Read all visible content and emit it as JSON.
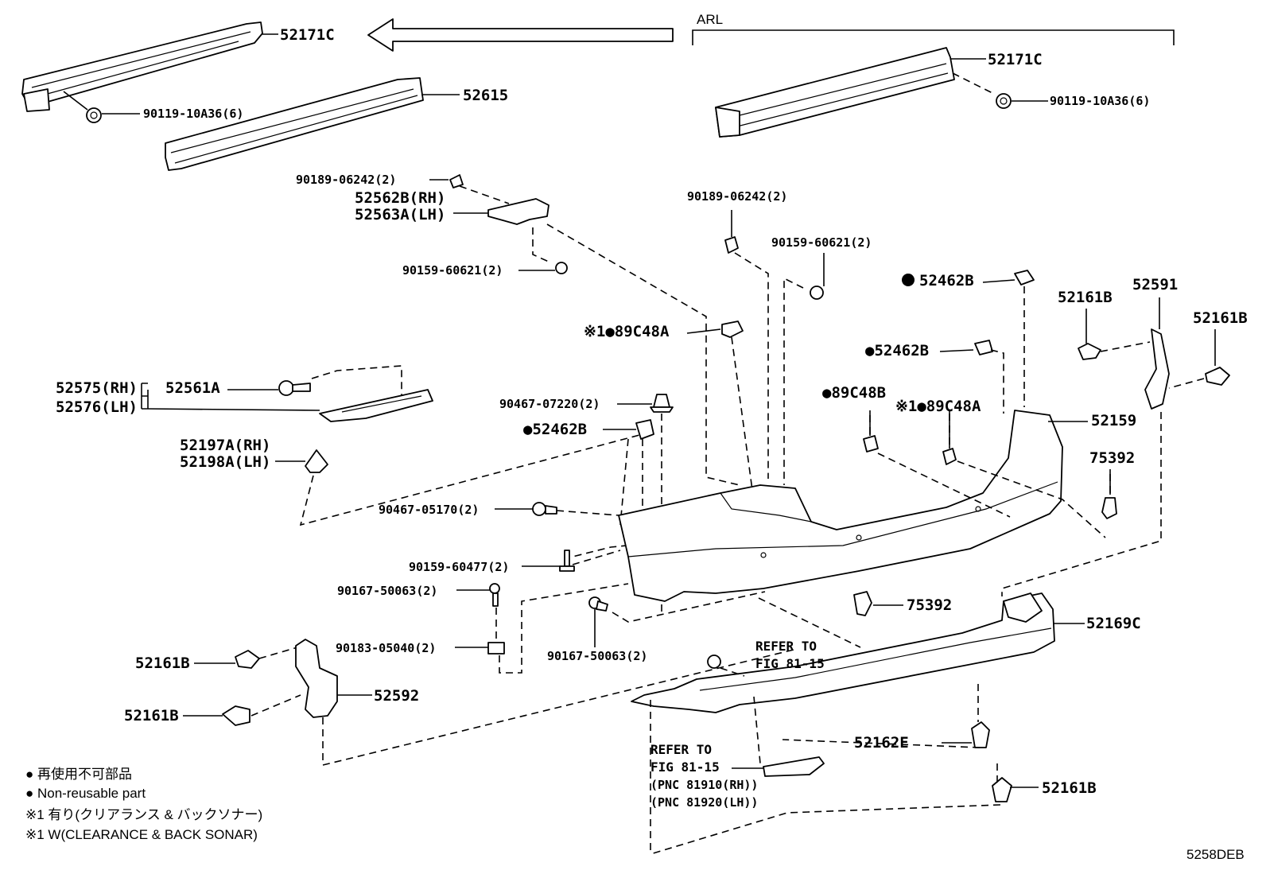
{
  "arl_label": "ARL",
  "labels": {
    "p52171c_a": "52171C",
    "p90119_a": "90119-10A36(6)",
    "p52615": "52615",
    "p52171c_b": "52171C",
    "p90119_b": "90119-10A36(6)",
    "p90189_a": "90189-06242(2)",
    "p52562b": "52562B(RH)",
    "p52563a": "52563A(LH)",
    "p90159_a": "90159-60621(2)",
    "p90189_b": "90189-06242(2)",
    "p90159_b": "90159-60621(2)",
    "p52462b_a": "52462B",
    "p52161b_a": "52161B",
    "p52591": "52591",
    "p52161b_b": "52161B",
    "p89c48a_a": "※1●89C48A",
    "p52462b_b": "●52462B",
    "p52575": "52575(RH)",
    "p52576": "52576(LH)",
    "p52561a": "52561A",
    "p90467_a": "90467-07220(2)",
    "p89c48b": "●89C48B",
    "p89c48a_b": "※1●89C48A",
    "p52159": "52159",
    "p52462b_c": "●52462B",
    "p52197a": "52197A(RH)",
    "p52198a": "52198A(LH)",
    "p75392_a": "75392",
    "p90467_b": "90467-05170(2)",
    "p90159_c": "90159-60477(2)",
    "p90167_a": "90167-50063(2)",
    "p75392_b": "75392",
    "p52169c": "52169C",
    "p90183": "90183-05040(2)",
    "p90167_b": "90167-50063(2)",
    "p52161b_c": "52161B",
    "p52592": "52592",
    "p52161b_d": "52161B",
    "p52162e": "52162E",
    "p52161b_e": "52161B"
  },
  "refer_a": {
    "line1": "REFER TO",
    "line2": "FIG 81-15"
  },
  "refer_b": {
    "line1": "REFER TO",
    "line2": "FIG 81-15",
    "line3": "(PNC 81910(RH))",
    "line4": "(PNC 81920(LH))"
  },
  "legend": {
    "line1": "● 再使用不可部品",
    "line2": "● Non-reusable part",
    "line3": "※1 有り(クリアランス & バックソナー)",
    "line4": "※1 W(CLEARANCE & BACK SONAR)"
  },
  "diagram_code": "5258DEB"
}
